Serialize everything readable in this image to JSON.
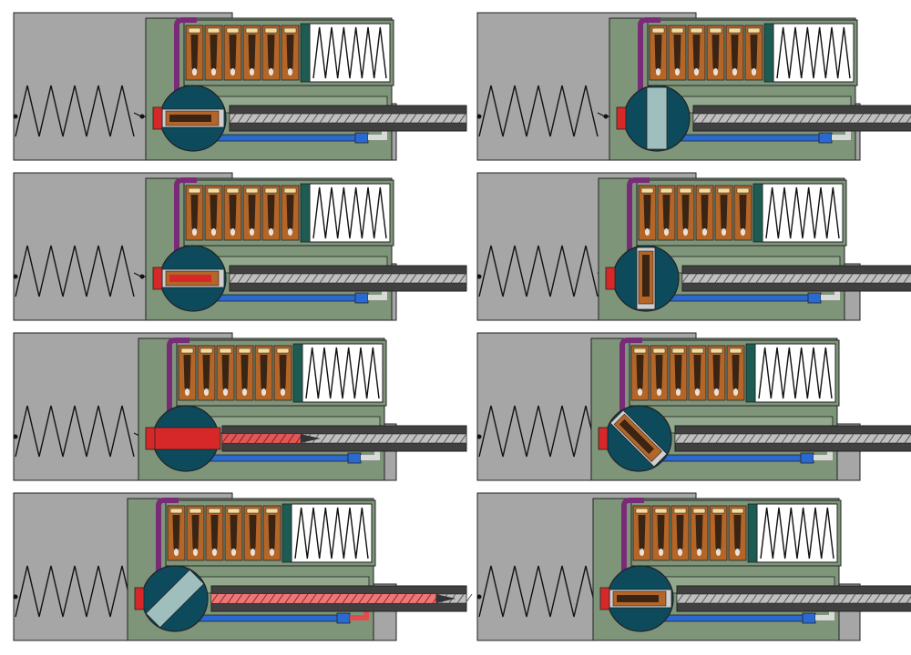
{
  "diagram": {
    "kind": "firearm-cycle-cutaway-sequence",
    "panel_count": 8,
    "colors": {
      "background": "#ffffff",
      "receiver": "#a6a6a6",
      "frame": "#7f957a",
      "frame_inner": "#93a98e",
      "magazine_spring_bg": "#ffffff",
      "follower": "#1d5c52",
      "cartridge_case": "#b46528",
      "cartridge_bullet": "#f2dca0",
      "cartridge_core": "#3a2414",
      "magazine_lip": "#7a2b78",
      "cylinder": "#0c4a5c",
      "chamber_light": "#9fbfbf",
      "barrel_outer": "#404040",
      "barrel_rifling": "#bfbfbf",
      "gas_tube": "#2a6ad0",
      "gas_tube_light": "#d9d9d9",
      "breech_block": "#d62828",
      "fired_barrel": "#e14c4c",
      "hot_barrel": "#f07070",
      "outline": "#222222"
    },
    "panels": [
      {
        "id": "p1",
        "state": "loaded-chamber",
        "cylinder_rotation": 0,
        "chamber": "cartridge",
        "barrel": "plain",
        "gas": "idle"
      },
      {
        "id": "p2",
        "state": "feed-cartridge",
        "cylinder_rotation": 90,
        "chamber": "open-vertical",
        "barrel": "plain",
        "gas": "idle"
      },
      {
        "id": "p3",
        "state": "firing",
        "cylinder_rotation": 0,
        "chamber": "firing",
        "barrel": "plain",
        "gas": "idle"
      },
      {
        "id": "p4",
        "state": "feeding-down",
        "cylinder_rotation": 90,
        "chamber": "vertical-cartridge",
        "barrel": "plain",
        "gas": "idle"
      },
      {
        "id": "p5",
        "state": "gas-travel",
        "cylinder_rotation": 0,
        "chamber": "expanded-red",
        "barrel": "red-partial",
        "gas": "idle"
      },
      {
        "id": "p6",
        "state": "rotating",
        "cylinder_rotation": 45,
        "chamber": "tilted-cartridge",
        "barrel": "plain",
        "gas": "idle"
      },
      {
        "id": "p7",
        "state": "gas-return",
        "cylinder_rotation": 135,
        "chamber": "open-diagonal",
        "barrel": "red-full",
        "gas": "red-hook"
      },
      {
        "id": "p8",
        "state": "reloaded",
        "cylinder_rotation": 0,
        "chamber": "cartridge",
        "barrel": "plain",
        "gas": "idle"
      }
    ]
  }
}
